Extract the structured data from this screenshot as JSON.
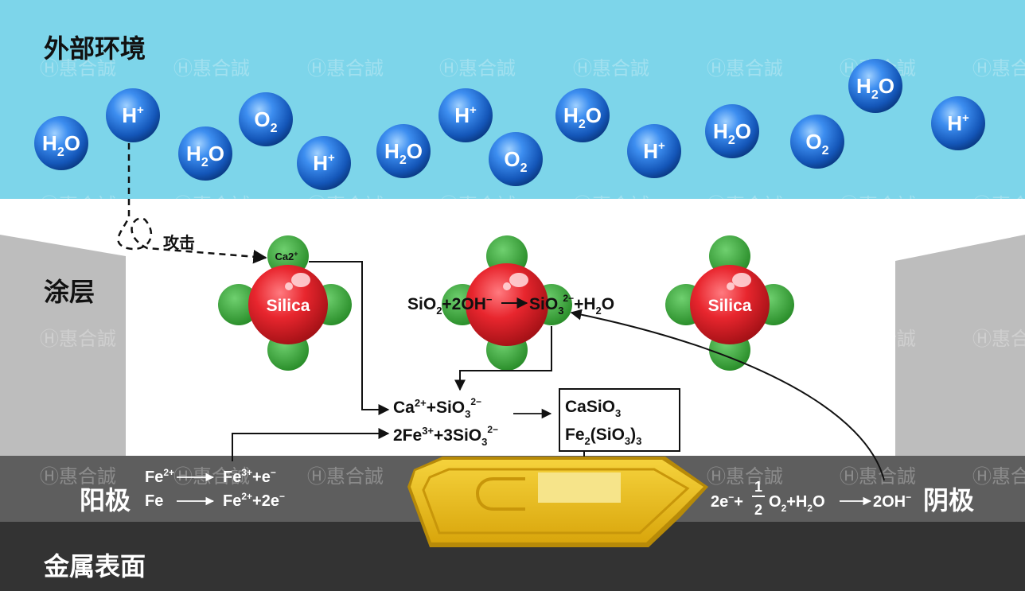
{
  "regions": {
    "environment_label": "外部环境",
    "coating_label": "涂层",
    "anode_label": "阳极",
    "cathode_label": "阴极",
    "metal_label": "金属表面",
    "attack_label": "攻击"
  },
  "watermark": "惠合誠",
  "molecules": [
    {
      "formula": "H",
      "sub": "2",
      "tail": "O"
    },
    {
      "formula": "H",
      "sup": "+"
    },
    {
      "formula": "H",
      "sub": "2",
      "tail": "O"
    },
    {
      "formula": "O",
      "sub": "2"
    },
    {
      "formula": "H",
      "sup": "+"
    },
    {
      "formula": "H",
      "sub": "2",
      "tail": "O"
    },
    {
      "formula": "H",
      "sup": "+"
    },
    {
      "formula": "O",
      "sub": "2"
    },
    {
      "formula": "H",
      "sub": "2",
      "tail": "O"
    },
    {
      "formula": "H",
      "sup": "+"
    },
    {
      "formula": "H",
      "sub": "2",
      "tail": "O"
    },
    {
      "formula": "O",
      "sub": "2"
    },
    {
      "formula": "H",
      "sub": "2",
      "tail": "O"
    },
    {
      "formula": "H",
      "sup": "+"
    }
  ],
  "particles": {
    "silica_label": "Silica",
    "ca_label": "Ca2",
    "ca_sup": "+"
  },
  "equations": {
    "silica_dissolution": {
      "a": "SiO",
      "a_sub": "2",
      "b": "+2OH",
      "b_sup": "−",
      "c": "SiO",
      "c_sub": "3",
      "c_sup": "2−",
      "d": "+H",
      "d_sub": "2",
      "e": "O"
    },
    "calcium_silicate": {
      "a": "Ca",
      "a_sup": "2+",
      "b": "+SiO",
      "b_sub": "3",
      "b_sup": "2−"
    },
    "iron_silicate": {
      "a": "2Fe",
      "a_sup": "3+",
      "b": "+3SiO",
      "b_sub": "3",
      "b_sup": "2−"
    },
    "product_1": {
      "a": "CaSiO",
      "a_sub": "3"
    },
    "product_2": {
      "a": "Fe",
      "a_sub": "2",
      "b": "(SiO",
      "b_sub": "3",
      "c": ")",
      "c_sub": "3"
    },
    "anode_1": {
      "a": "Fe",
      "a_sup": "2+",
      "b": "Fe",
      "b_sup": "3+",
      "c": "+e",
      "c_sup": "−"
    },
    "anode_2": {
      "a": "Fe",
      "b": "Fe",
      "b_sup": "2+",
      "c": "+2e",
      "c_sup": "−"
    },
    "cathode": {
      "a": "2e",
      "a_sup": "−",
      "b": "+",
      "frac_num": "1",
      "frac_den": "2",
      "c": "O",
      "c_sub": "2",
      "d": "+H",
      "d_sub": "2",
      "e": "O",
      "f": "2OH",
      "f_sup": "−"
    }
  },
  "colors": {
    "environment": "#7dd5ea",
    "coating": "#ffffff",
    "coating_walls": "#bdbdbd",
    "metal_upper": "#5e5e5e",
    "metal_lower": "#333333",
    "molecule": "#1f6fd0",
    "silica": "#e0252d",
    "silica_satellite": "#3aa53a",
    "defect_gold": "#e8b915"
  }
}
